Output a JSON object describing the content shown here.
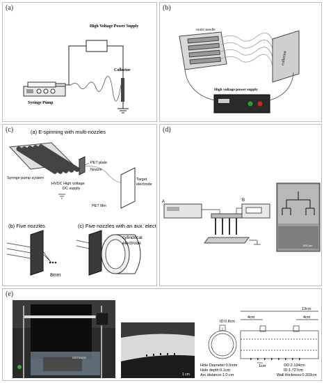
{
  "panels": {
    "a": {
      "label": "(a)",
      "hv_supply": "High Voltage Power Supply",
      "collector": "Collector",
      "pump": "Syringe Pump"
    },
    "b": {
      "label": "(b)",
      "multi_needle": "multi-needle",
      "collector": "collector",
      "hv_supply": "High voltage power supply"
    },
    "c": {
      "label": "(c)",
      "title": "(a) E-spinning with multi-nozzles",
      "pet_plate": "PET plate",
      "nozzle": "Nozzle",
      "syringe_system": "Syringe pump system",
      "hvdc_line1": "HVDC High voltage",
      "hvdc_line2": "DC supply",
      "target_line1": "Target",
      "target_line2": "electrode",
      "pet_film": "PET film",
      "sub_b": "(b) Five nozzles",
      "sub_c": "(c) Five nozzles with an aux. electrode",
      "cyl_line1": "cylindrical",
      "cyl_line2": "electrode",
      "dim": "8mm"
    },
    "d": {
      "label": "(d)",
      "tag_a": "A",
      "tag_b": "B",
      "scale": "500 µm"
    },
    "e": {
      "label": "(e)",
      "photo_tag": "DISTANCE",
      "scale": "1 cm",
      "dim_total": "13cm",
      "dim_left": "4cm",
      "dim_right": "4cm",
      "id_top": "ID:0.8cm",
      "dim_small": "1cm",
      "hole_diameter": "Hole Diameter:0.5mm",
      "hole_depth": "Hole depth:0.1cm",
      "arc_distance": "Arc distance:1.0 cm",
      "od": "OD:2.134cm",
      "id": "ID:1.727cm",
      "wall": "Wall thickness:0.203cm"
    }
  }
}
